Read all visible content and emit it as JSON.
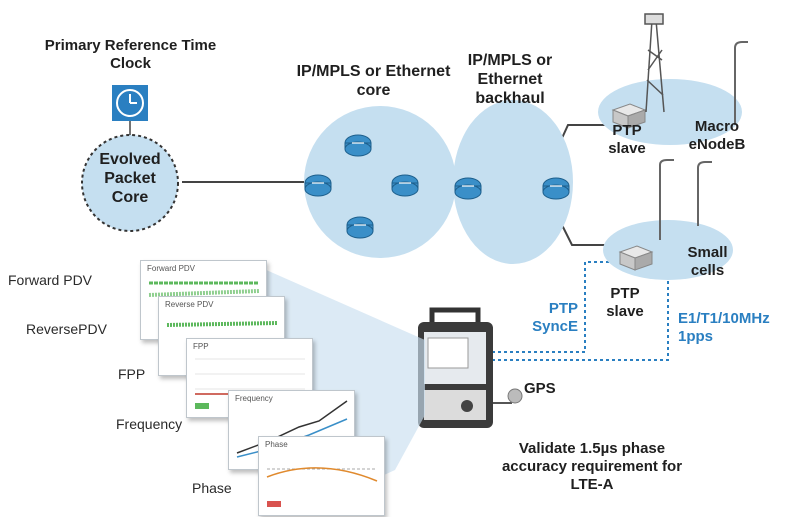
{
  "labels": {
    "prtc": "Primary Reference Time Clock",
    "epc": "Evolved Packet Core",
    "core": "IP/MPLS or Ethernet core",
    "backhaul": "IP/MPLS or Ethernet backhaul",
    "ptp_slave_top": "PTP slave",
    "macro": "Macro eNodeB",
    "small": "Small cells",
    "ptp_slave_bottom": "PTP slave",
    "ptp_synce": "PTP SyncE",
    "e1t1": "E1/T1/10MHz 1pps",
    "gps": "GPS",
    "validate": "Validate 1.5µs phase accuracy requirement for LTE-A"
  },
  "graph_labels": [
    "Forward PDV",
    "ReversePDV",
    "FPP",
    "Frequency",
    "Phase"
  ],
  "panel_titles": [
    "Forward PDV",
    "Reverse PDV",
    "FPP",
    "Frequency",
    "Phase"
  ],
  "colors": {
    "cloud": "#c5dff0",
    "router": "#3a8fc8",
    "accent": "#2a7fc1",
    "green": "#5cb85c"
  },
  "icons": [
    "clock-icon",
    "router-icon",
    "antenna-tower-icon",
    "street-light-icon",
    "test-instrument-icon",
    "gps-antenna-icon"
  ]
}
